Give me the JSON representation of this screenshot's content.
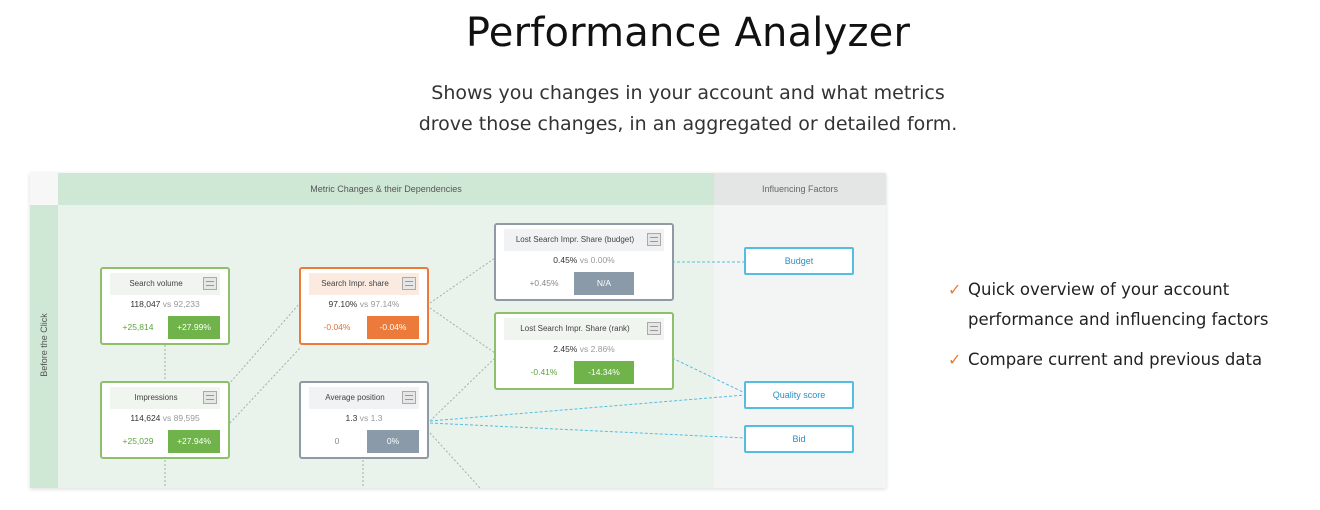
{
  "header": {
    "title": "Performance Analyzer",
    "subtitle_line1": "Shows you changes in your account and what metrics",
    "subtitle_line2": "drove those changes, in an aggregated or detailed form."
  },
  "dashboard": {
    "main_header": "Metric Changes & their Dependencies",
    "side_header": "Influencing Factors",
    "side_label": "Before the Click",
    "cards": {
      "search_volume": {
        "title": "Search volume",
        "current": "118,047",
        "vs": "vs",
        "previous": "92,233",
        "abs": "+25,814",
        "pct": "+27.99%"
      },
      "impressions": {
        "title": "Impressions",
        "current": "114,624",
        "vs": "vs",
        "previous": "89,595",
        "abs": "+25,029",
        "pct": "+27.94%"
      },
      "search_impr_share": {
        "title": "Search Impr. share",
        "current": "97.10%",
        "vs": "vs",
        "previous": "97.14%",
        "abs": "-0.04%",
        "pct": "-0.04%"
      },
      "average_position": {
        "title": "Average position",
        "current": "1.3",
        "vs": "vs",
        "previous": "1.3",
        "abs": "0",
        "pct": "0%"
      },
      "lost_budget": {
        "title": "Lost Search Impr. Share (budget)",
        "current": "0.45%",
        "vs": "vs",
        "previous": "0.00%",
        "abs": "+0.45%",
        "pct": "N/A"
      },
      "lost_rank": {
        "title": "Lost Search Impr. Share (rank)",
        "current": "2.45%",
        "vs": "vs",
        "previous": "2.86%",
        "abs": "-0.41%",
        "pct": "-14.34%"
      }
    },
    "factors": {
      "budget": "Budget",
      "quality_score": "Quality score",
      "bid": "Bid"
    }
  },
  "bullets": [
    {
      "line1": "Quick overview of your account",
      "line2": "performance and influencing factors"
    },
    {
      "line1": "Compare current and previous data",
      "line2": ""
    }
  ],
  "icons": [
    "menu-icon",
    "checkmark-icon"
  ],
  "colors": {
    "green": "#6fb34a",
    "orange": "#ec7a3a",
    "gray": "#8a9aa8",
    "blue": "#56bde0",
    "check": "#ee7a30"
  }
}
